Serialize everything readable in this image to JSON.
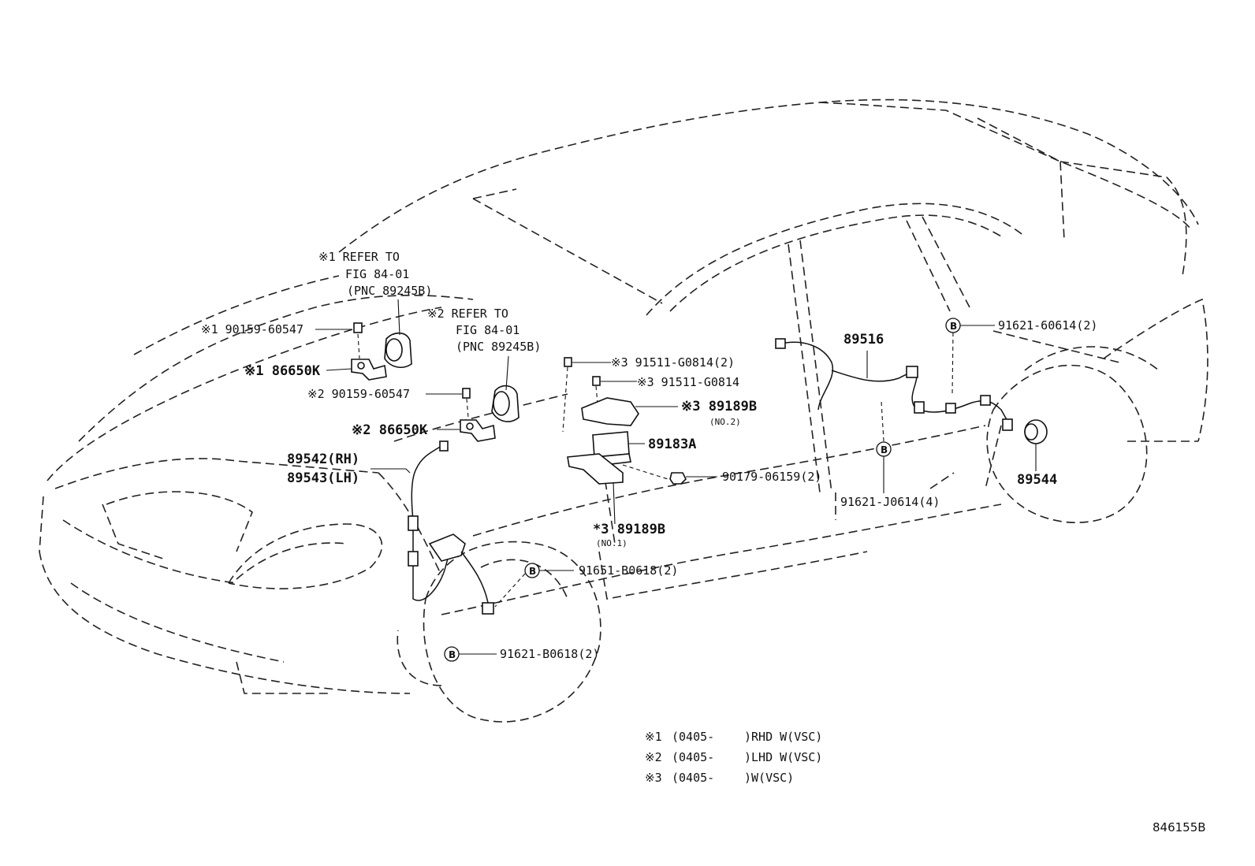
{
  "diagram": {
    "labels": {
      "ref1_l1": "※1 REFER TO",
      "ref1_l2": "FIG 84-01",
      "ref1_l3": "(PNC 89245B)",
      "ref2_l1": "※2 REFER TO",
      "ref2_l2": "FIG 84-01",
      "ref2_l3": "(PNC 89245B)",
      "bolt1": "※1 90159-60547",
      "bracket1": "※1 86650K",
      "bolt2": "※2 90159-60547",
      "bracket2": "※2 86650K",
      "sensor_front_rh": "89542(RH)",
      "sensor_front_lh": "89543(LH)",
      "screw_a": "※3 91511-G0814(2)",
      "screw_b": "※3 91511-G0814",
      "bracket_no2": "※3 89189B",
      "bracket_no2_sub": "(NO.2)",
      "sensor_yaw": "89183A",
      "nut": "90179-06159(2)",
      "bracket_no1": "*3 89189B",
      "bracket_no1_sub": "(NO.1)",
      "harness_rear": "89516",
      "clamp_rear_top": "91621-60614(2)",
      "clamp_rear_mid": "91621-J0614(4)",
      "rotor_rear": "89544",
      "clamp_front_b": "91651-B0618(2)",
      "clamp_front_c": "91621-B0618(2)",
      "circle_b": "B"
    },
    "notes": [
      {
        "mark": "※1",
        "code": "(0405-",
        "spec": ")RHD  W(VSC)"
      },
      {
        "mark": "※2",
        "code": "(0405-",
        "spec": ")LHD  W(VSC)"
      },
      {
        "mark": "※3",
        "code": "(0405-",
        "spec": ")W(VSC)"
      }
    ],
    "figure_code": "846155B"
  }
}
